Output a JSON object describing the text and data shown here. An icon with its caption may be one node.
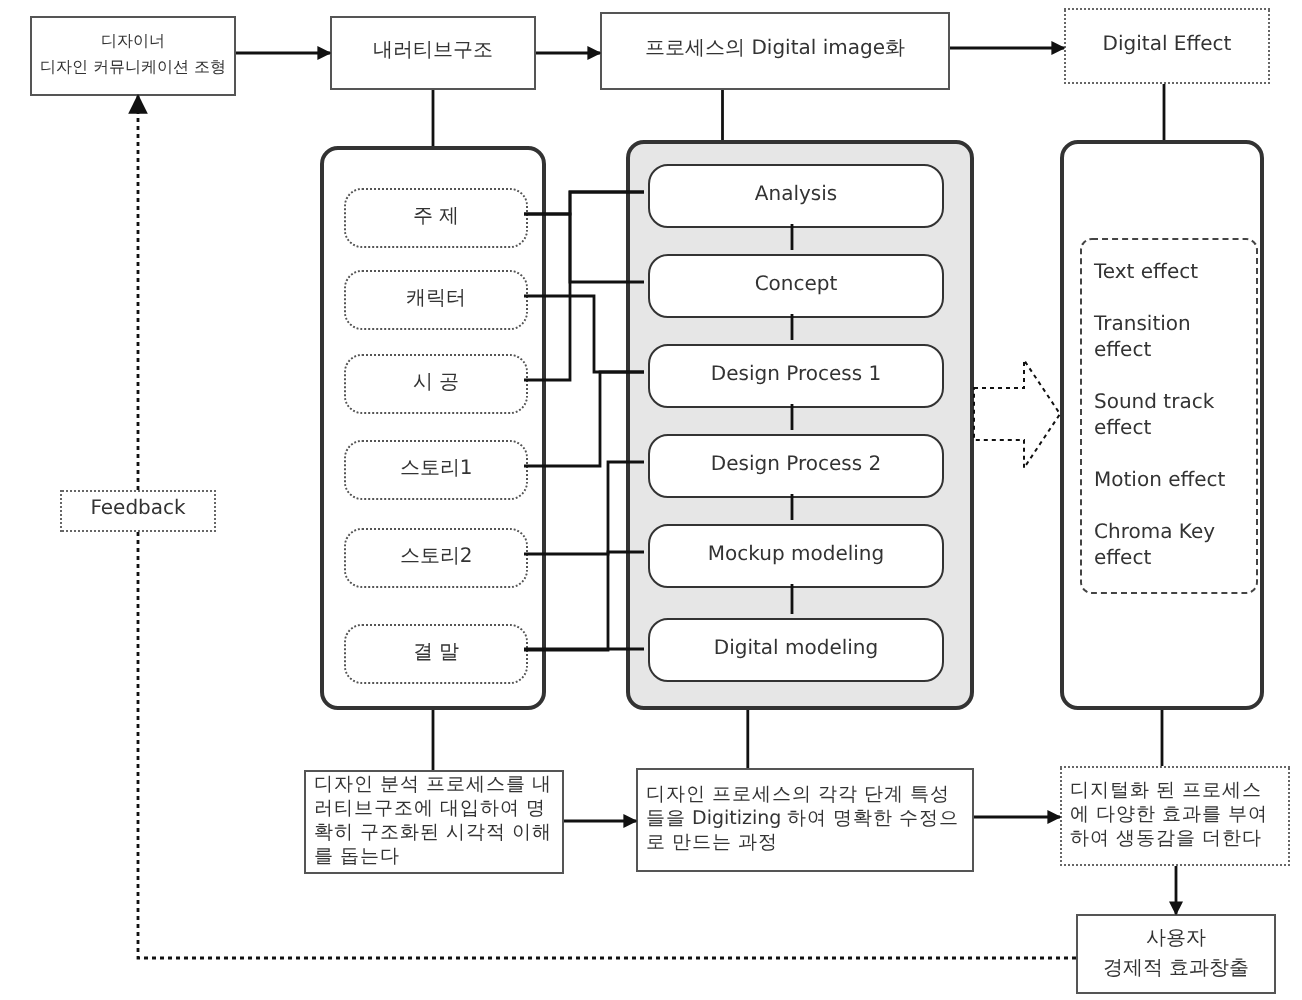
{
  "diagram": {
    "nodes": [
      {
        "text": [
          "디자이너",
          "디자인 커뮤니케이션 조형"
        ]
      },
      {
        "text": [
          "내러티브구조"
        ]
      },
      {
        "text": [
          "프로세스의 Digital image화"
        ]
      },
      {
        "text": [
          "Digital Effect"
        ]
      },
      {
        "text": [],
        "shape": "box"
      },
      {
        "text": [
          "주 제"
        ],
        "in": 4
      },
      {
        "text": [
          "캐릭터"
        ],
        "in": 4
      },
      {
        "text": [
          "시 공"
        ],
        "in": 4
      },
      {
        "text": [
          "스토리1"
        ],
        "in": 4
      },
      {
        "text": [
          "스토리2"
        ],
        "in": 4
      },
      {
        "text": [
          "결 말"
        ],
        "in": 4
      },
      {
        "text": [],
        "shape": "box"
      },
      {
        "text": [
          "Analysis"
        ],
        "in": 11
      },
      {
        "text": [
          "Concept"
        ],
        "in": 11
      },
      {
        "text": [
          "Design Process 1"
        ],
        "in": 11
      },
      {
        "text": [
          "Design Process 2"
        ],
        "in": 11
      },
      {
        "text": [
          "Mockup modeling"
        ],
        "in": 11
      },
      {
        "text": [
          "Digital modeling"
        ],
        "in": 11
      },
      {
        "text": [],
        "shape": "box"
      },
      {
        "text": [
          "Text effect",
          "Transition effect",
          "Sound track effect",
          "Motion effect",
          "Chroma Key effect"
        ],
        "in": 18
      },
      {
        "text": [
          "Feedback"
        ]
      },
      {
        "text": [
          "디자인 분석 프로세스를 내러티브구조에 대입하여 명확히 구조화된 시각적 이해를 돕는다"
        ]
      },
      {
        "text": [
          "디자인 프로세스의 각각 단계 특성들을 Digitizing 하여 명확한 수정으로 만드는 과정"
        ]
      },
      {
        "text": [
          "디지털화 된 프로세스에 다양한 효과를 부여하여 생동감을 더한다"
        ]
      },
      {
        "text": [
          "사용자",
          "경제적 효과창출"
        ]
      }
    ],
    "edges": [
      {
        "from": 0,
        "to": 1,
        "arrow": "to"
      },
      {
        "from": 1,
        "to": 2,
        "arrow": "to"
      },
      {
        "from": 2,
        "to": 3,
        "arrow": "to"
      },
      {
        "from": 1,
        "to": 4,
        "arrow": "none"
      },
      {
        "from": 2,
        "to": 11,
        "arrow": "none"
      },
      {
        "from": 3,
        "to": 18,
        "arrow": "none"
      },
      {
        "from": 5,
        "to": 12,
        "arrow": "none"
      },
      {
        "from": 5,
        "to": 13,
        "arrow": "none"
      },
      {
        "from": 7,
        "to": 12,
        "arrow": "none"
      },
      {
        "from": 6,
        "to": 14,
        "arrow": "none"
      },
      {
        "from": 8,
        "to": 14,
        "arrow": "none"
      },
      {
        "from": 9,
        "to": 15,
        "arrow": "none"
      },
      {
        "from": 10,
        "to": 16,
        "arrow": "none"
      },
      {
        "from": 10,
        "to": 17,
        "arrow": "none"
      },
      {
        "from": 12,
        "to": 13,
        "arrow": "none"
      },
      {
        "from": 13,
        "to": 14,
        "arrow": "none"
      },
      {
        "from": 14,
        "to": 15,
        "arrow": "none"
      },
      {
        "from": 15,
        "to": 16,
        "arrow": "none"
      },
      {
        "from": 16,
        "to": 17,
        "arrow": "none"
      },
      {
        "from": 11,
        "to": 18,
        "arrow": "to",
        "style": "thick"
      },
      {
        "from": 4,
        "to": 21,
        "arrow": "none"
      },
      {
        "from": 11,
        "to": 22,
        "arrow": "none"
      },
      {
        "from": 18,
        "to": 23,
        "arrow": "none"
      },
      {
        "from": 21,
        "to": 22,
        "arrow": "to"
      },
      {
        "from": 22,
        "to": 23,
        "arrow": "to"
      },
      {
        "from": 23,
        "to": 24,
        "arrow": "to"
      },
      {
        "from": 24,
        "to": 20,
        "arrow": "none",
        "style": "dashed"
      },
      {
        "from": 20,
        "to": 0,
        "arrow": "to",
        "style": "dashed"
      }
    ]
  }
}
